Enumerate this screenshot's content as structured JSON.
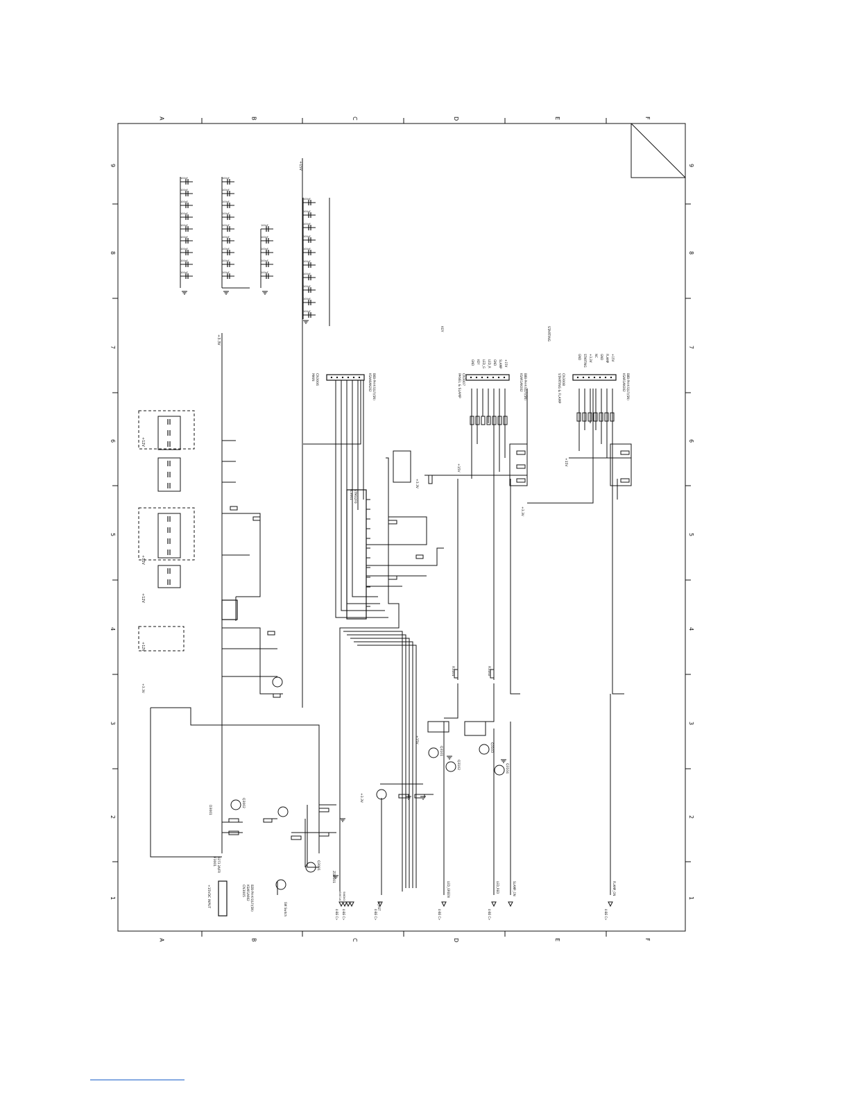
{
  "colors": {
    "ink": "#111111",
    "rule": "#1a5fc8"
  },
  "frame": {
    "columns": [
      "A",
      "B",
      "C",
      "D",
      "E",
      "F"
    ],
    "rows": [
      "1",
      "2",
      "3",
      "4",
      "5",
      "6",
      "7",
      "8",
      "9"
    ]
  },
  "rails": {
    "p3v3_top": "+3.3V",
    "p15v_top": "+15V",
    "p12v": "+12V",
    "p5v": "+5V",
    "gnd": "GND"
  },
  "connectors": {
    "cn3005": {
      "ref": "CN3005",
      "part": "KSAR1A902",
      "sub": "B2B-PH-K-S(LF)(SN)",
      "title": "+15VDC INPUT"
    },
    "cn3006": {
      "ref": "CN3006",
      "part": "KSAA0AN202",
      "sub": "B6B-PH-K-S(LF)(SN)",
      "title": "MAIN"
    },
    "cn3007": {
      "ref": "CN3007",
      "part": "KSAR1AN302",
      "sub": "B8B-PH-K-S(LF)(SN)",
      "title": "PANEL & SLAMP",
      "pins": [
        "GND",
        "KEY",
        "LED_G",
        "LED_R",
        "GND",
        "SLAMP",
        "+15V"
      ]
    },
    "cn3008": {
      "ref": "CN3008",
      "part": "KSAR1AN302",
      "sub": "B8B-PH-K-S(LF)(SN)",
      "title": "STARTING & FLAMP",
      "pins": [
        "GND",
        "STARTING",
        "+3.3V",
        "NC",
        "GND",
        "FLAMP",
        "+15V"
      ]
    }
  },
  "ic": {
    "ref": "IC3001",
    "part": "STM32F0",
    "note": "S"
  },
  "transistors": [
    "Q3001",
    "Q3002",
    "Q3101",
    "Q3102",
    "Q3103",
    "Q3104"
  ],
  "nets": {
    "key": "KEY",
    "starting": "STARTING",
    "swclk": "SWCLK",
    "swdio": "SWDIO",
    "slamp_on": "SLAMP_ON",
    "flamp_on": "FLAMP_ON",
    "led_green": "LED_GREEN",
    "led_red": "LED_RED",
    "sw_switch": "SW Switch",
    "n_rst": "N_RST"
  },
  "bottom_signals": [
    "4-BE C>",
    "4-BE C>",
    "4-BE C>",
    "4-BE C>",
    "4-BE C>",
    "4-BE C>"
  ],
  "parts_misc": {
    "f3001": "F3001",
    "fuse_part": "0273 2A/FR",
    "d3001": "D3001",
    "zd3001": "ZD3001",
    "r3101": "R3101",
    "r3102": "R3102",
    "cap_value": "100nF"
  }
}
